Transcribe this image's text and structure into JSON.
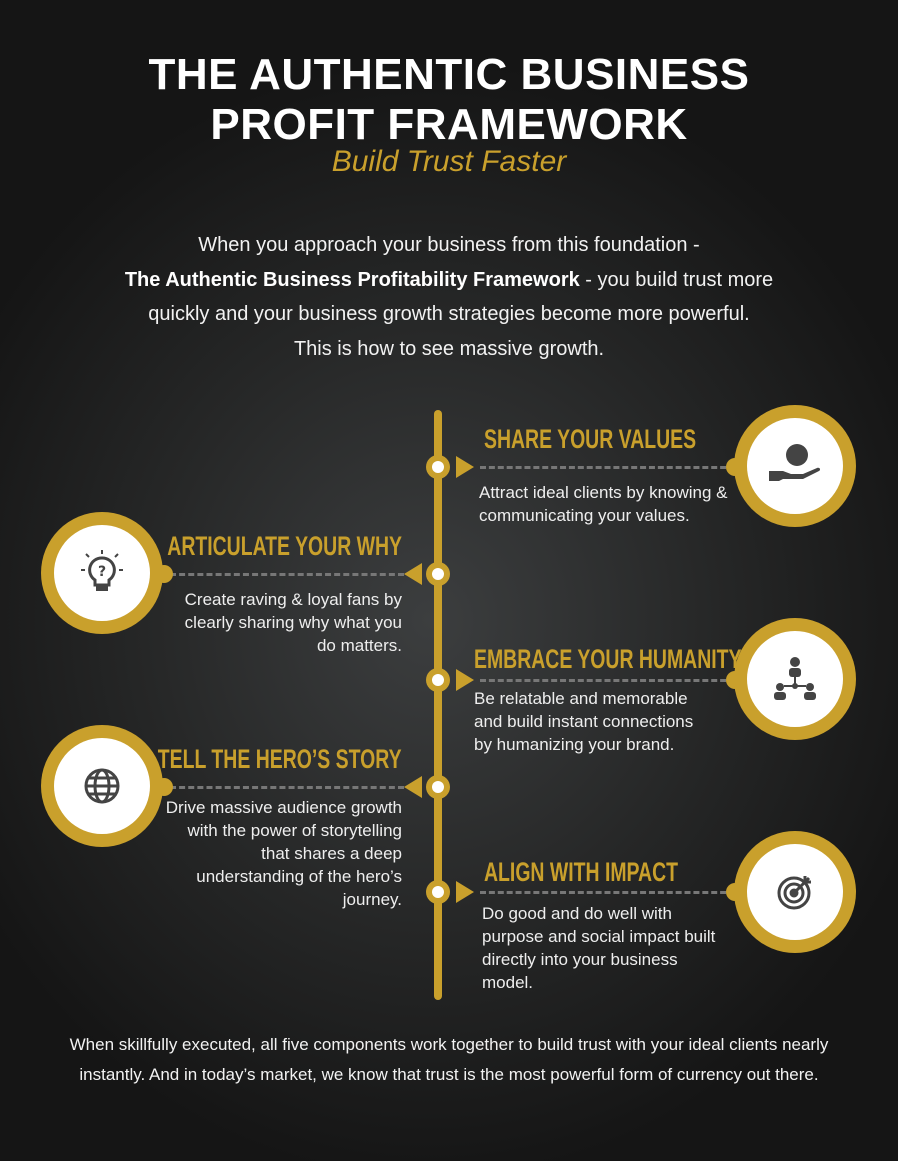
{
  "header": {
    "title_line1": "THE AUTHENTIC BUSINESS",
    "title_line2": "PROFIT FRAMEWORK",
    "subtitle": "Build Trust Faster"
  },
  "intro": {
    "line1": "When you approach your business from this foundation -",
    "bold": "The Authentic Business Profitability Framework",
    "line2_rest": " - you build trust more",
    "line3": "quickly and your business growth strategies become more powerful.",
    "line4": "This is how to see massive growth."
  },
  "accent_color": "#c9a02c",
  "steps": [
    {
      "title": "SHARE YOUR VALUES",
      "text": "Attract ideal clients by knowing & communicating your values.",
      "icon": "hand-holding-icon",
      "side": "right"
    },
    {
      "title": "ARTICULATE YOUR WHY",
      "text": "Create raving & loyal fans by clearly sharing why what you do matters.",
      "icon": "lightbulb-question-icon",
      "side": "left"
    },
    {
      "title": "EMBRACE YOUR HUMANITY",
      "text": "Be relatable and memorable and build instant connections by humanizing your brand.",
      "icon": "people-network-icon",
      "side": "right"
    },
    {
      "title": "TELL THE HERO’S STORY",
      "text": "Drive massive audience growth with the power of storytelling that shares a deep understanding of the hero’s journey.",
      "icon": "globe-icon",
      "side": "left"
    },
    {
      "title": "ALIGN WITH IMPACT",
      "text": "Do good and do well with purpose and social impact built directly into your business model.",
      "icon": "target-icon",
      "side": "right"
    }
  ],
  "outro": "When skillfully executed, all five components work together to build trust with your ideal clients nearly instantly.  And in today’s market, we know that trust is the most powerful form of currency out there."
}
